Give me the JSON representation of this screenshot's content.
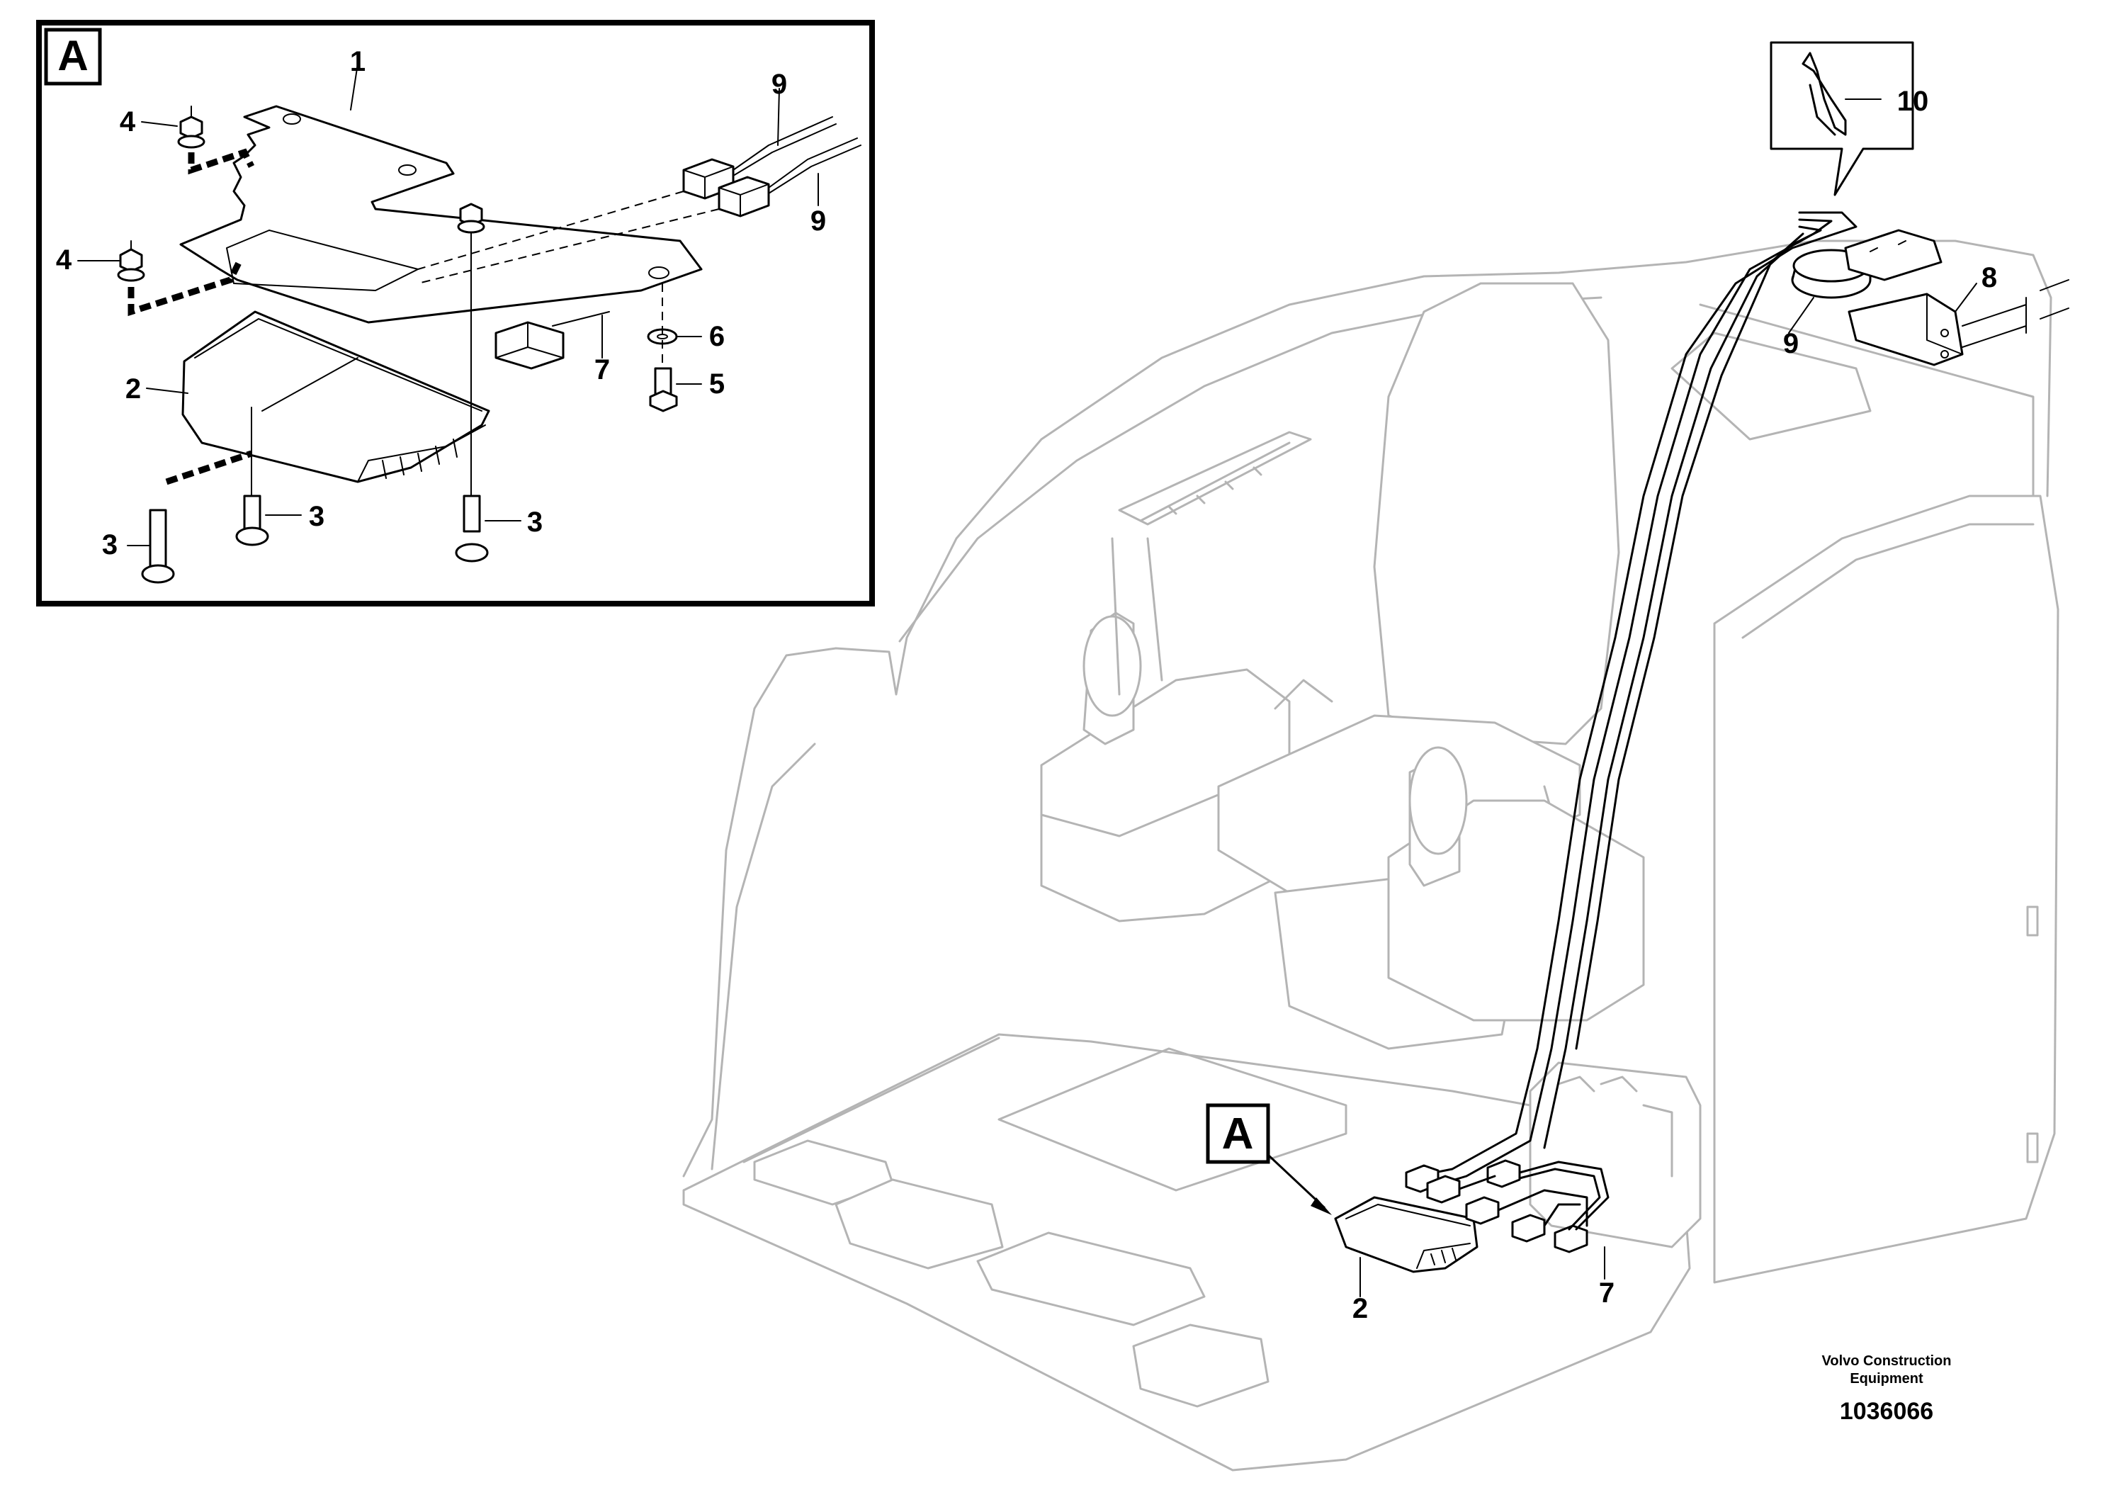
{
  "detail": {
    "view_letter": "A",
    "callouts": {
      "c1": "1",
      "c2": "2",
      "c3a": "3",
      "c3b": "3",
      "c3c": "3",
      "c4a": "4",
      "c4b": "4",
      "c5": "5",
      "c6": "6",
      "c7": "7",
      "c9a": "9",
      "c9b": "9"
    }
  },
  "main": {
    "view_letter": "A",
    "callouts": {
      "c2": "2",
      "c7": "7",
      "c8": "8",
      "c9": "9",
      "c10": "10"
    }
  },
  "footer": {
    "company_line1": "Volvo Construction",
    "company_line2": "Equipment",
    "drawing_number": "1036066"
  }
}
